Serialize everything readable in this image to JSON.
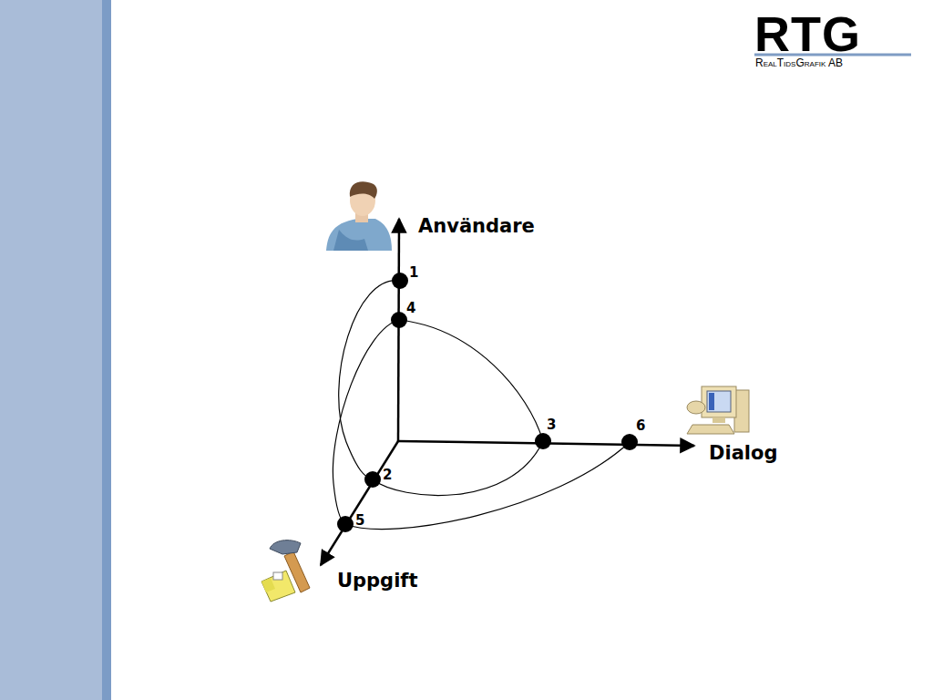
{
  "diagram": {
    "labels": [
      "RTG",
      "RealTidsGrafik AB",
      "Användare",
      "Dialog",
      "Uppgift",
      "1",
      "4",
      "3",
      "6",
      "2",
      "5"
    ]
  }
}
